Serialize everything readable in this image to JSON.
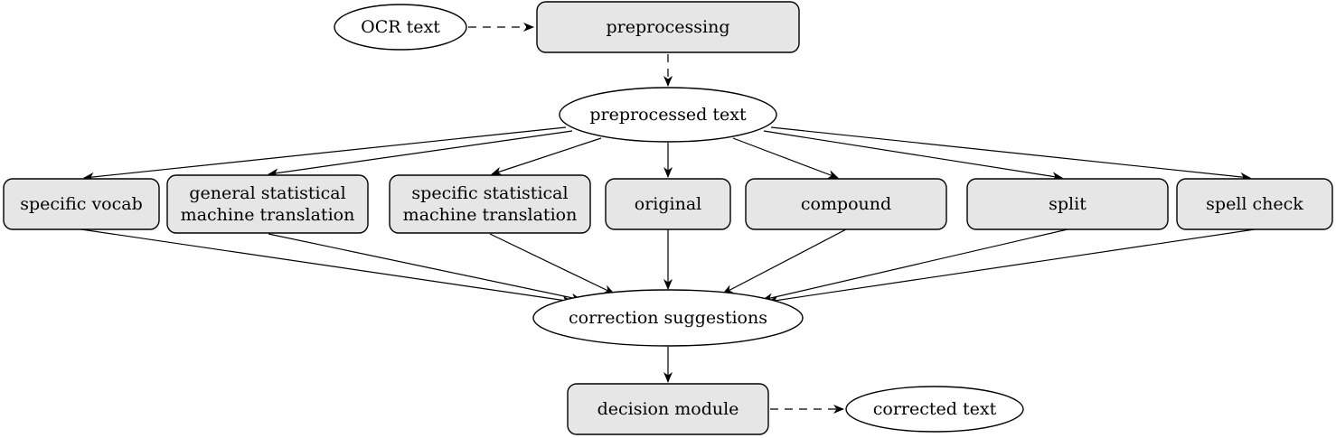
{
  "diagram": {
    "nodes": {
      "ocr": {
        "lines": [
          "OCR text"
        ],
        "shape": "ellipse"
      },
      "pre": {
        "lines": [
          "preprocessing"
        ],
        "shape": "box"
      },
      "ptext": {
        "lines": [
          "preprocessed text"
        ],
        "shape": "ellipse"
      },
      "vocab": {
        "lines": [
          "specific vocab"
        ],
        "shape": "box"
      },
      "gsmt": {
        "lines": [
          "general statistical",
          "machine translation"
        ],
        "shape": "box"
      },
      "ssmt": {
        "lines": [
          "specific statistical",
          "machine translation"
        ],
        "shape": "box"
      },
      "orig": {
        "lines": [
          "original"
        ],
        "shape": "box"
      },
      "comp": {
        "lines": [
          "compound"
        ],
        "shape": "box"
      },
      "split": {
        "lines": [
          "split"
        ],
        "shape": "box"
      },
      "spell": {
        "lines": [
          "spell check"
        ],
        "shape": "box"
      },
      "corr": {
        "lines": [
          "correction suggestions"
        ],
        "shape": "ellipse"
      },
      "dec": {
        "lines": [
          "decision module"
        ],
        "shape": "box"
      },
      "out": {
        "lines": [
          "corrected text"
        ],
        "shape": "ellipse"
      }
    },
    "edges": [
      {
        "from": "ocr",
        "to": "pre",
        "style": "dashed"
      },
      {
        "from": "pre",
        "to": "ptext",
        "style": "dashed"
      },
      {
        "from": "ptext",
        "to": "vocab",
        "style": "solid"
      },
      {
        "from": "ptext",
        "to": "gsmt",
        "style": "solid"
      },
      {
        "from": "ptext",
        "to": "ssmt",
        "style": "solid"
      },
      {
        "from": "ptext",
        "to": "orig",
        "style": "solid"
      },
      {
        "from": "ptext",
        "to": "comp",
        "style": "solid"
      },
      {
        "from": "ptext",
        "to": "split",
        "style": "solid"
      },
      {
        "from": "ptext",
        "to": "spell",
        "style": "solid"
      },
      {
        "from": "vocab",
        "to": "corr",
        "style": "solid"
      },
      {
        "from": "gsmt",
        "to": "corr",
        "style": "solid"
      },
      {
        "from": "ssmt",
        "to": "corr",
        "style": "solid"
      },
      {
        "from": "orig",
        "to": "corr",
        "style": "solid"
      },
      {
        "from": "comp",
        "to": "corr",
        "style": "solid"
      },
      {
        "from": "split",
        "to": "corr",
        "style": "solid"
      },
      {
        "from": "spell",
        "to": "corr",
        "style": "solid"
      },
      {
        "from": "corr",
        "to": "dec",
        "style": "solid"
      },
      {
        "from": "dec",
        "to": "out",
        "style": "dashed"
      }
    ]
  }
}
